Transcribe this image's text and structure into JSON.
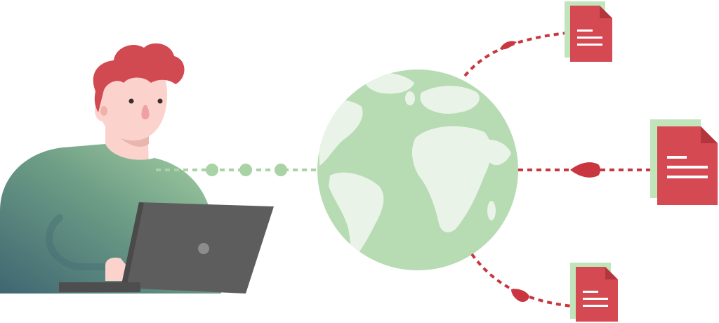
{
  "colors": {
    "background": "#ffffff",
    "hair": "#d24a51",
    "skin": "#fbd3cc",
    "nose": "#f0a0a5",
    "sweater_dark": "#3f6672",
    "sweater_light": "#a9d3a5",
    "laptop": "#5d5d5d",
    "laptop_dark": "#4e4e4e",
    "globe_ocean": "#b7dbb2",
    "globe_land": "#eaf3e8",
    "dots": "#a9d3a5",
    "connector": "#c9363f",
    "document": "#d54a52",
    "document_fold": "#b3363e",
    "document_shadow": "#c2e4bb",
    "document_lines": "#ffffff"
  },
  "icons": {
    "person": "person-at-laptop-icon",
    "laptop": "laptop-icon",
    "globe": "globe-icon",
    "document": "document-icon",
    "pin": "teardrop-pin-icon"
  },
  "documents": [
    {
      "name": "top"
    },
    {
      "name": "middle"
    },
    {
      "name": "bottom"
    }
  ]
}
